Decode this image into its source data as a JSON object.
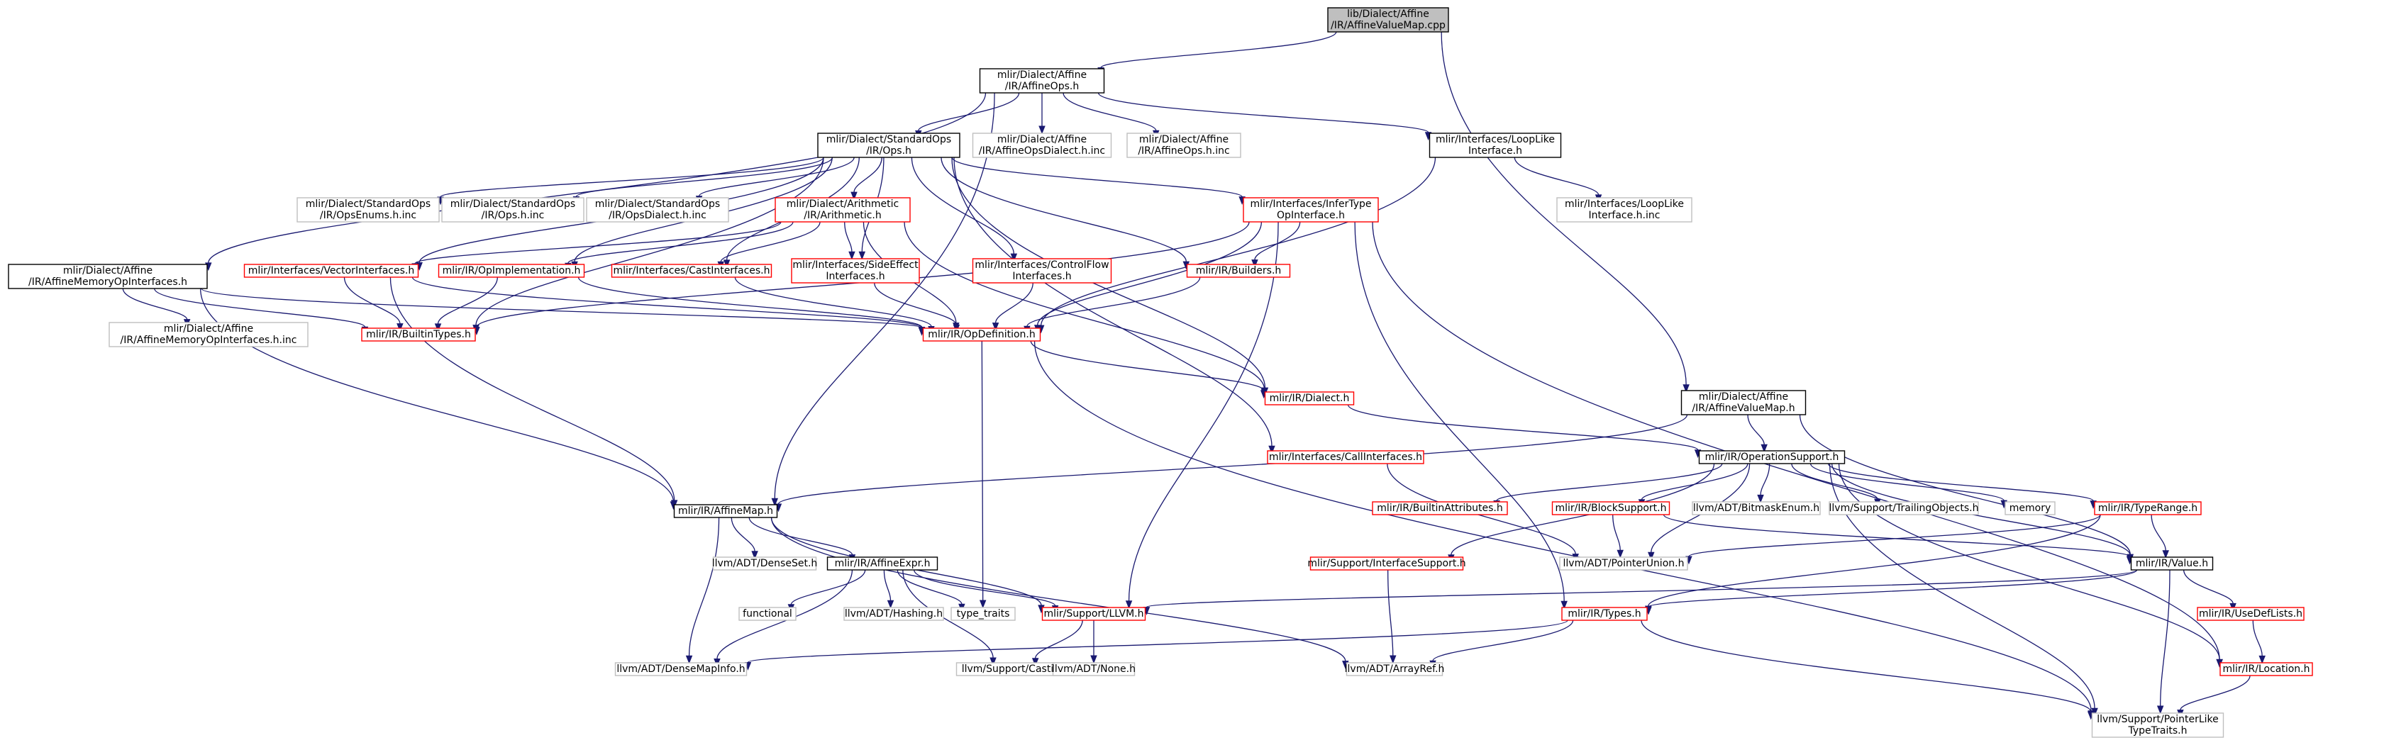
{
  "nodes": [
    {
      "id": "root",
      "style": "root",
      "lines": [
        "lib/Dialect/Affine",
        "/IR/AffineValueMap.cpp"
      ]
    },
    {
      "id": "affineops",
      "style": "black",
      "lines": [
        "mlir/Dialect/Affine",
        "/IR/AffineOps.h"
      ]
    },
    {
      "id": "stdops",
      "style": "black",
      "lines": [
        "mlir/Dialect/StandardOps",
        "/IR/Ops.h"
      ]
    },
    {
      "id": "affopsdialect_inc",
      "style": "gray",
      "lines": [
        "mlir/Dialect/Affine",
        "/IR/AffineOpsDialect.h.inc"
      ]
    },
    {
      "id": "affops_inc",
      "style": "gray",
      "lines": [
        "mlir/Dialect/Affine",
        "/IR/AffineOps.h.inc"
      ]
    },
    {
      "id": "looplike",
      "style": "black",
      "lines": [
        "mlir/Interfaces/LoopLike",
        "Interface.h"
      ]
    },
    {
      "id": "looplike_inc",
      "style": "gray",
      "lines": [
        "mlir/Interfaces/LoopLike",
        "Interface.h.inc"
      ]
    },
    {
      "id": "affmemops",
      "style": "black",
      "lines": [
        "mlir/Dialect/Affine",
        "/IR/AffineMemoryOpInterfaces.h"
      ]
    },
    {
      "id": "affmemops_inc",
      "style": "gray",
      "lines": [
        "mlir/Dialect/Affine",
        "/IR/AffineMemoryOpInterfaces.h.inc"
      ]
    },
    {
      "id": "opsenums_inc",
      "style": "gray",
      "lines": [
        "mlir/Dialect/StandardOps",
        "/IR/OpsEnums.h.inc"
      ]
    },
    {
      "id": "ops_inc",
      "style": "gray",
      "lines": [
        "mlir/Dialect/StandardOps",
        "/IR/Ops.h.inc"
      ]
    },
    {
      "id": "opsdialect_inc",
      "style": "gray",
      "lines": [
        "mlir/Dialect/StandardOps",
        "/IR/OpsDialect.h.inc"
      ]
    },
    {
      "id": "arith",
      "style": "red",
      "lines": [
        "mlir/Dialect/Arithmetic",
        "/IR/Arithmetic.h"
      ]
    },
    {
      "id": "infertype",
      "style": "red",
      "lines": [
        "mlir/Interfaces/InferType",
        "OpInterface.h"
      ]
    },
    {
      "id": "vectorif",
      "style": "red",
      "lines": [
        "mlir/Interfaces/VectorInterfaces.h"
      ]
    },
    {
      "id": "opimpl",
      "style": "red",
      "lines": [
        "mlir/IR/OpImplementation.h"
      ]
    },
    {
      "id": "castif",
      "style": "red",
      "lines": [
        "mlir/Interfaces/CastInterfaces.h"
      ]
    },
    {
      "id": "sideeffect",
      "style": "red",
      "lines": [
        "mlir/Interfaces/SideEffect",
        "Interfaces.h"
      ]
    },
    {
      "id": "controlflow",
      "style": "red",
      "lines": [
        "mlir/Interfaces/ControlFlow",
        "Interfaces.h"
      ]
    },
    {
      "id": "builders",
      "style": "red",
      "lines": [
        "mlir/IR/Builders.h"
      ]
    },
    {
      "id": "builtintypes",
      "style": "red",
      "lines": [
        "mlir/IR/BuiltinTypes.h"
      ]
    },
    {
      "id": "opdef",
      "style": "red",
      "lines": [
        "mlir/IR/OpDefinition.h"
      ]
    },
    {
      "id": "dialect",
      "style": "red",
      "lines": [
        "mlir/IR/Dialect.h"
      ]
    },
    {
      "id": "affvaluemap",
      "style": "black",
      "lines": [
        "mlir/Dialect/Affine",
        "/IR/AffineValueMap.h"
      ]
    },
    {
      "id": "callif",
      "style": "red",
      "lines": [
        "mlir/Interfaces/CallInterfaces.h"
      ]
    },
    {
      "id": "opsupport",
      "style": "black",
      "lines": [
        "mlir/IR/OperationSupport.h"
      ]
    },
    {
      "id": "affinemap",
      "style": "black",
      "lines": [
        "mlir/IR/AffineMap.h"
      ]
    },
    {
      "id": "builtinattrs",
      "style": "red",
      "lines": [
        "mlir/IR/BuiltinAttributes.h"
      ]
    },
    {
      "id": "blocksupport",
      "style": "red",
      "lines": [
        "mlir/IR/BlockSupport.h"
      ]
    },
    {
      "id": "bitmaskenum",
      "style": "gray",
      "lines": [
        "llvm/ADT/BitmaskEnum.h"
      ]
    },
    {
      "id": "trailingobj",
      "style": "gray",
      "lines": [
        "llvm/Support/TrailingObjects.h"
      ]
    },
    {
      "id": "memory",
      "style": "gray",
      "lines": [
        "memory"
      ]
    },
    {
      "id": "typerange",
      "style": "red",
      "lines": [
        "mlir/IR/TypeRange.h"
      ]
    },
    {
      "id": "denseset",
      "style": "gray",
      "lines": [
        "llvm/ADT/DenseSet.h"
      ]
    },
    {
      "id": "interfacesupport",
      "style": "red",
      "lines": [
        "mlir/Support/InterfaceSupport.h"
      ]
    },
    {
      "id": "pointerunion",
      "style": "gray",
      "lines": [
        "llvm/ADT/PointerUnion.h"
      ]
    },
    {
      "id": "value",
      "style": "black",
      "lines": [
        "mlir/IR/Value.h"
      ]
    },
    {
      "id": "affineexpr",
      "style": "black",
      "lines": [
        "mlir/IR/AffineExpr.h"
      ]
    },
    {
      "id": "functional",
      "style": "gray",
      "lines": [
        "functional"
      ]
    },
    {
      "id": "hashing",
      "style": "gray",
      "lines": [
        "llvm/ADT/Hashing.h"
      ]
    },
    {
      "id": "type_traits",
      "style": "gray",
      "lines": [
        "type_traits"
      ]
    },
    {
      "id": "llvmh",
      "style": "red",
      "lines": [
        "mlir/Support/LLVM.h"
      ]
    },
    {
      "id": "types",
      "style": "red",
      "lines": [
        "mlir/IR/Types.h"
      ]
    },
    {
      "id": "usedeflists",
      "style": "red",
      "lines": [
        "mlir/IR/UseDefLists.h"
      ]
    },
    {
      "id": "densemapinfo",
      "style": "gray",
      "lines": [
        "llvm/ADT/DenseMapInfo.h"
      ]
    },
    {
      "id": "casting",
      "style": "gray",
      "lines": [
        "llvm/Support/Casting.h"
      ]
    },
    {
      "id": "none",
      "style": "gray",
      "lines": [
        "llvm/ADT/None.h"
      ]
    },
    {
      "id": "arrayref",
      "style": "gray",
      "lines": [
        "llvm/ADT/ArrayRef.h"
      ]
    },
    {
      "id": "location",
      "style": "red",
      "lines": [
        "mlir/IR/Location.h"
      ]
    },
    {
      "id": "pointerlike",
      "style": "gray",
      "lines": [
        "llvm/Support/PointerLike",
        "TypeTraits.h"
      ]
    }
  ],
  "edges": [
    [
      "root",
      "affineops"
    ],
    [
      "root",
      "affvaluemap"
    ],
    [
      "affineops",
      "stdops"
    ],
    [
      "affineops",
      "affopsdialect_inc"
    ],
    [
      "affineops",
      "affops_inc"
    ],
    [
      "affineops",
      "looplike"
    ],
    [
      "affineops",
      "affmemops"
    ],
    [
      "affineops",
      "affinemap"
    ],
    [
      "stdops",
      "opsenums_inc"
    ],
    [
      "stdops",
      "ops_inc"
    ],
    [
      "stdops",
      "opsdialect_inc"
    ],
    [
      "stdops",
      "arith"
    ],
    [
      "stdops",
      "infertype"
    ],
    [
      "stdops",
      "vectorif"
    ],
    [
      "stdops",
      "opimpl"
    ],
    [
      "stdops",
      "castif"
    ],
    [
      "stdops",
      "sideeffect"
    ],
    [
      "stdops",
      "controlflow"
    ],
    [
      "stdops",
      "builders"
    ],
    [
      "stdops",
      "builtintypes"
    ],
    [
      "stdops",
      "dialect"
    ],
    [
      "stdops",
      "callif"
    ],
    [
      "looplike",
      "looplike_inc"
    ],
    [
      "looplike",
      "opdef"
    ],
    [
      "affmemops",
      "affmemops_inc"
    ],
    [
      "affmemops",
      "builtintypes"
    ],
    [
      "affmemops",
      "opdef"
    ],
    [
      "affmemops",
      "affinemap"
    ],
    [
      "arith",
      "vectorif"
    ],
    [
      "arith",
      "opimpl"
    ],
    [
      "arith",
      "castif"
    ],
    [
      "arith",
      "sideeffect"
    ],
    [
      "arith",
      "opdef"
    ],
    [
      "arith",
      "dialect"
    ],
    [
      "infertype",
      "builders"
    ],
    [
      "infertype",
      "opdef"
    ],
    [
      "infertype",
      "builtintypes"
    ],
    [
      "infertype",
      "llvmh"
    ],
    [
      "infertype",
      "types"
    ],
    [
      "infertype",
      "location"
    ],
    [
      "vectorif",
      "builtintypes"
    ],
    [
      "vectorif",
      "opdef"
    ],
    [
      "vectorif",
      "affinemap"
    ],
    [
      "opimpl",
      "builtintypes"
    ],
    [
      "opimpl",
      "opdef"
    ],
    [
      "castif",
      "opdef"
    ],
    [
      "sideeffect",
      "opdef"
    ],
    [
      "controlflow",
      "opdef"
    ],
    [
      "builders",
      "opdef"
    ],
    [
      "opdef",
      "dialect"
    ],
    [
      "opdef",
      "type_traits"
    ],
    [
      "opdef",
      "pointerlike"
    ],
    [
      "dialect",
      "opsupport"
    ],
    [
      "affvaluemap",
      "affinemap"
    ],
    [
      "affvaluemap",
      "opsupport"
    ],
    [
      "affvaluemap",
      "value"
    ],
    [
      "callif",
      "pointerunion"
    ],
    [
      "opsupport",
      "builtinattrs"
    ],
    [
      "opsupport",
      "blocksupport"
    ],
    [
      "opsupport",
      "bitmaskenum"
    ],
    [
      "opsupport",
      "trailingobj"
    ],
    [
      "opsupport",
      "memory"
    ],
    [
      "opsupport",
      "typerange"
    ],
    [
      "opsupport",
      "interfacesupport"
    ],
    [
      "opsupport",
      "pointerunion"
    ],
    [
      "opsupport",
      "value"
    ],
    [
      "opsupport",
      "location"
    ],
    [
      "opsupport",
      "pointerlike"
    ],
    [
      "affinemap",
      "denseset"
    ],
    [
      "affinemap",
      "affineexpr"
    ],
    [
      "affinemap",
      "llvmh"
    ],
    [
      "affinemap",
      "densemapinfo"
    ],
    [
      "affinemap",
      "arrayref"
    ],
    [
      "blocksupport",
      "pointerunion"
    ],
    [
      "blocksupport",
      "value"
    ],
    [
      "typerange",
      "value"
    ],
    [
      "typerange",
      "pointerunion"
    ],
    [
      "typerange",
      "types"
    ],
    [
      "interfacesupport",
      "arrayref"
    ],
    [
      "value",
      "types"
    ],
    [
      "value",
      "usedeflists"
    ],
    [
      "value",
      "pointerlike"
    ],
    [
      "value",
      "llvmh"
    ],
    [
      "affineexpr",
      "functional"
    ],
    [
      "affineexpr",
      "hashing"
    ],
    [
      "affineexpr",
      "type_traits"
    ],
    [
      "affineexpr",
      "llvmh"
    ],
    [
      "affineexpr",
      "densemapinfo"
    ],
    [
      "affineexpr",
      "casting"
    ],
    [
      "llvmh",
      "casting"
    ],
    [
      "llvmh",
      "none"
    ],
    [
      "types",
      "densemapinfo"
    ],
    [
      "types",
      "arrayref"
    ],
    [
      "types",
      "pointerlike"
    ],
    [
      "usedeflists",
      "location"
    ],
    [
      "location",
      "pointerlike"
    ]
  ]
}
